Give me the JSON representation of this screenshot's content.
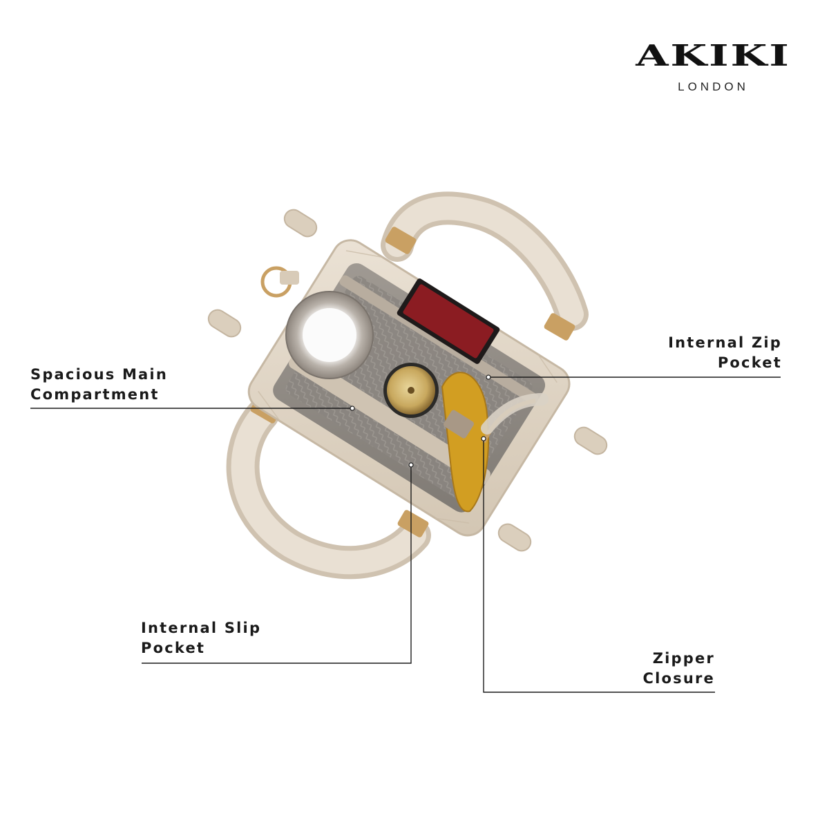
{
  "brand": {
    "logo": "AKIKI",
    "city": "LONDON"
  },
  "callouts": {
    "internal_zip": {
      "line1": "Internal Zip",
      "line2": "Pocket"
    },
    "main_compartment": {
      "line1": "Spacious Main",
      "line2": "Compartment"
    },
    "internal_slip": {
      "line1": "Internal Slip",
      "line2": "Pocket"
    },
    "zipper_closure": {
      "line1": "Zipper",
      "line2": "Closure"
    }
  },
  "colors": {
    "background": "#ffffff",
    "bag_leather": "#e0d4c4",
    "lining": "#8a8580",
    "gold_hardware": "#c9a063",
    "text": "#1a1a1a"
  }
}
